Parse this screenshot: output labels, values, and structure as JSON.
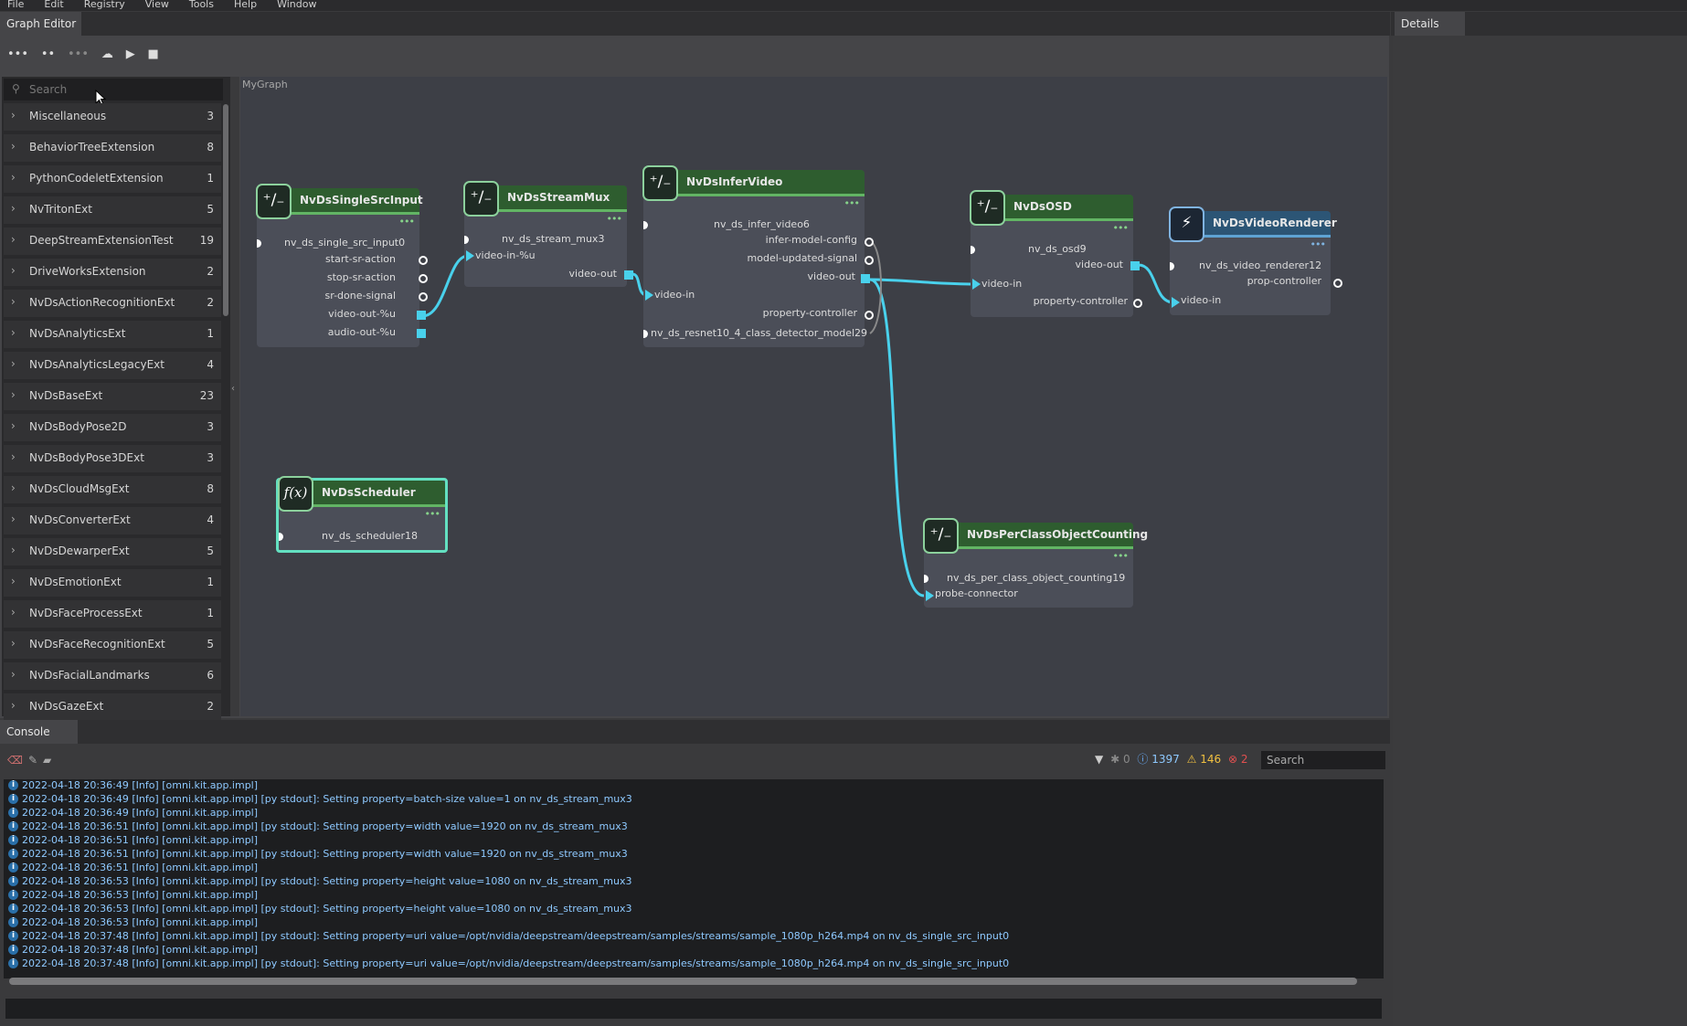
{
  "menu": [
    "File",
    "Edit",
    "Registry",
    "View",
    "Tools",
    "Help",
    "Window"
  ],
  "tabs": {
    "graph_editor": "Graph Editor",
    "details": "Details",
    "console": "Console"
  },
  "toolbar": {
    "icons": [
      "menu-dots-icon",
      "small-dots-icon",
      "dots-icon",
      "cloud-icon",
      "play-icon",
      "stop-icon"
    ]
  },
  "search": {
    "placeholder": "Search"
  },
  "categories": [
    {
      "name": "Miscellaneous",
      "count": "3"
    },
    {
      "name": "BehaviorTreeExtension",
      "count": "8"
    },
    {
      "name": "PythonCodeletExtension",
      "count": "1"
    },
    {
      "name": "NvTritonExt",
      "count": "5"
    },
    {
      "name": "DeepStreamExtensionTest",
      "count": "19"
    },
    {
      "name": "DriveWorksExtension",
      "count": "2"
    },
    {
      "name": "NvDsActionRecognitionExt",
      "count": "2"
    },
    {
      "name": "NvDsAnalyticsExt",
      "count": "1"
    },
    {
      "name": "NvDsAnalyticsLegacyExt",
      "count": "4"
    },
    {
      "name": "NvDsBaseExt",
      "count": "23"
    },
    {
      "name": "NvDsBodyPose2D",
      "count": "3"
    },
    {
      "name": "NvDsBodyPose3DExt",
      "count": "3"
    },
    {
      "name": "NvDsCloudMsgExt",
      "count": "8"
    },
    {
      "name": "NvDsConverterExt",
      "count": "4"
    },
    {
      "name": "NvDsDewarperExt",
      "count": "5"
    },
    {
      "name": "NvDsEmotionExt",
      "count": "1"
    },
    {
      "name": "NvDsFaceProcessExt",
      "count": "1"
    },
    {
      "name": "NvDsFaceRecognitionExt",
      "count": "5"
    },
    {
      "name": "NvDsFacialLandmarks",
      "count": "6"
    },
    {
      "name": "NvDsGazeExt",
      "count": "2"
    }
  ],
  "graph": {
    "name": "MyGraph",
    "nodes": {
      "single_src": {
        "title": "NvDsSingleSrcInput",
        "instance": "nv_ds_single_src_input0",
        "ports": [
          "start-sr-action",
          "stop-sr-action",
          "sr-done-signal",
          "video-out-%u",
          "audio-out-%u"
        ]
      },
      "stream_mux": {
        "title": "NvDsStreamMux",
        "instance": "nv_ds_stream_mux3",
        "in": "video-in-%u",
        "out": "video-out"
      },
      "infer": {
        "title": "NvDsInferVideo",
        "instance": "nv_ds_infer_video6",
        "ports": [
          "infer-model-config",
          "model-updated-signal",
          "video-out",
          "property-controller"
        ],
        "in": "video-in",
        "model": "nv_ds_resnet10_4_class_detector_model29"
      },
      "osd": {
        "title": "NvDsOSD",
        "instance": "nv_ds_osd9",
        "out": "video-out",
        "in": "video-in",
        "ctrl": "property-controller"
      },
      "renderer": {
        "title": "NvDsVideoRenderer",
        "instance": "nv_ds_video_renderer12",
        "ctrl": "prop-controller",
        "in": "video-in"
      },
      "scheduler": {
        "title": "NvDsScheduler",
        "instance": "nv_ds_scheduler18"
      },
      "counting": {
        "title": "NvDsPerClassObjectCounting",
        "instance": "nv_ds_per_class_object_counting19",
        "in": "probe-connector"
      }
    }
  },
  "console": {
    "filters": {
      "star": "0",
      "info": "1397",
      "warn": "146",
      "error": "2"
    },
    "search_placeholder": "Search",
    "lines": [
      "2022-04-18 20:36:49  [Info] [omni.kit.app.impl]",
      "2022-04-18 20:36:49  [Info] [omni.kit.app.impl] [py stdout]: Setting property=batch-size value=1 on nv_ds_stream_mux3",
      "2022-04-18 20:36:49  [Info] [omni.kit.app.impl]",
      "2022-04-18 20:36:51  [Info] [omni.kit.app.impl] [py stdout]: Setting property=width value=1920 on nv_ds_stream_mux3",
      "2022-04-18 20:36:51  [Info] [omni.kit.app.impl]",
      "2022-04-18 20:36:51  [Info] [omni.kit.app.impl] [py stdout]: Setting property=width value=1920 on nv_ds_stream_mux3",
      "2022-04-18 20:36:51  [Info] [omni.kit.app.impl]",
      "2022-04-18 20:36:53  [Info] [omni.kit.app.impl] [py stdout]: Setting property=height value=1080 on nv_ds_stream_mux3",
      "2022-04-18 20:36:53  [Info] [omni.kit.app.impl]",
      "2022-04-18 20:36:53  [Info] [omni.kit.app.impl] [py stdout]: Setting property=height value=1080 on nv_ds_stream_mux3",
      "2022-04-18 20:36:53  [Info] [omni.kit.app.impl]",
      "2022-04-18 20:37:48  [Info] [omni.kit.app.impl] [py stdout]: Setting property=uri value=/opt/nvidia/deepstream/deepstream/samples/streams/sample_1080p_h264.mp4 on nv_ds_single_src_input0",
      "2022-04-18 20:37:48  [Info] [omni.kit.app.impl]",
      "2022-04-18 20:37:48  [Info] [omni.kit.app.impl] [py stdout]: Setting property=uri value=/opt/nvidia/deepstream/deepstream/samples/streams/sample_1080p_h264.mp4 on nv_ds_single_src_input0"
    ]
  }
}
